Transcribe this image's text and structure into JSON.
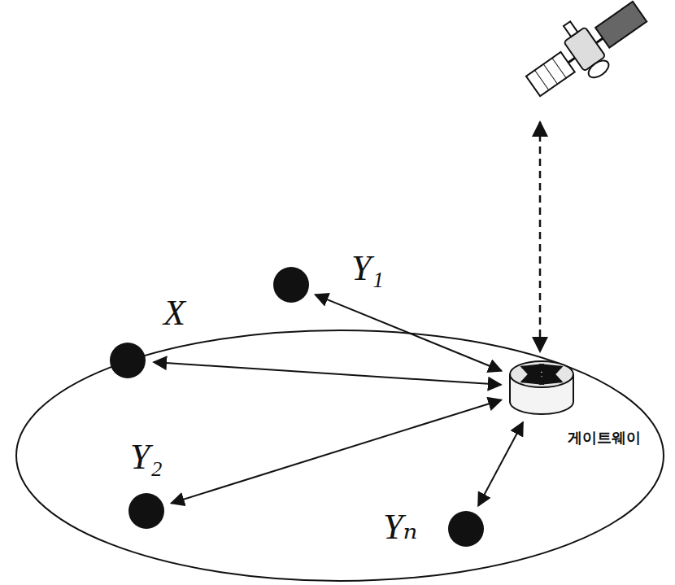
{
  "diagram": {
    "nodes": [
      {
        "text": [
          "X"
        ]
      },
      {
        "text": [
          "Y₁"
        ]
      },
      {
        "text": [
          "Y₂"
        ]
      },
      {
        "text": [
          "Yₙ"
        ]
      },
      {
        "text": [
          "게이트웨이"
        ]
      }
    ],
    "edges": [
      {
        "from": 0,
        "to": 4,
        "arrow": "both"
      },
      {
        "from": 1,
        "to": 4,
        "arrow": "both"
      },
      {
        "from": 2,
        "to": 4,
        "arrow": "both"
      },
      {
        "from": 3,
        "to": 4,
        "arrow": "both"
      }
    ]
  }
}
